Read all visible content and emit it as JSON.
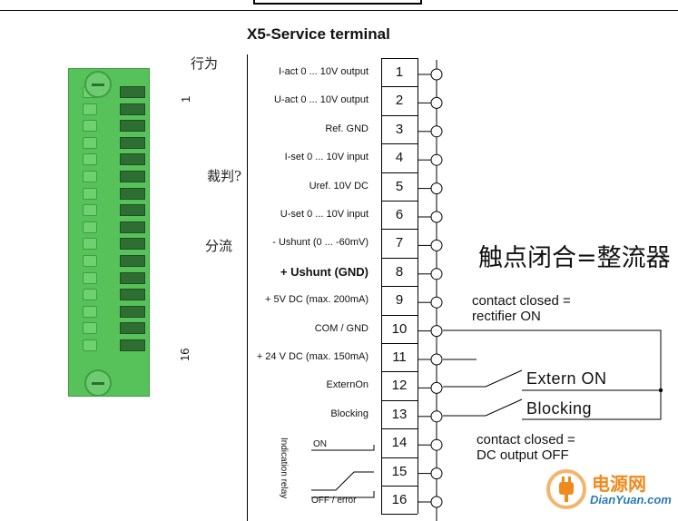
{
  "title": "X5-Service terminal",
  "connector_labels": {
    "first": "1",
    "last": "16"
  },
  "terminals": [
    {
      "num": "1",
      "label": "I-act 0 ... 10V output",
      "bold": false
    },
    {
      "num": "2",
      "label": "U-act 0 ... 10V output",
      "bold": false
    },
    {
      "num": "3",
      "label": "Ref. GND",
      "bold": false
    },
    {
      "num": "4",
      "label": "I-set 0 ... 10V input",
      "bold": false
    },
    {
      "num": "5",
      "label": "Uref. 10V DC",
      "bold": false
    },
    {
      "num": "6",
      "label": "U-set 0 ... 10V input",
      "bold": false
    },
    {
      "num": "7",
      "label": "- Ushunt (0 ... -60mV)",
      "bold": false
    },
    {
      "num": "8",
      "label": "+ Ushunt (GND)",
      "bold": true
    },
    {
      "num": "9",
      "label": "+ 5V DC (max. 200mA)",
      "bold": false
    },
    {
      "num": "10",
      "label": "COM / GND",
      "bold": false
    },
    {
      "num": "11",
      "label": "+ 24 V DC (max. 150mA)",
      "bold": false
    },
    {
      "num": "12",
      "label": "ExternOn",
      "bold": false
    },
    {
      "num": "13",
      "label": "Blocking",
      "bold": false
    },
    {
      "num": "14",
      "label": "",
      "bold": false
    },
    {
      "num": "15",
      "label": "",
      "bold": false
    },
    {
      "num": "16",
      "label": "",
      "bold": false
    }
  ],
  "relay": {
    "title": "Indication relay",
    "on": "ON",
    "off": "OFF / error"
  },
  "notes": {
    "cn_behavior": "行为",
    "cn_judge": "裁判?",
    "cn_shunt": "分流",
    "cn_big": "触点闭合=整流器",
    "contact_on": "contact closed =",
    "contact_on_2": "rectifier ON",
    "extern_on": "Extern ON",
    "blocking": "Blocking",
    "contact_off": "contact closed =",
    "contact_off_2": "DC output OFF"
  },
  "logo": {
    "text": "电源网",
    "url_text": "DianYuan.com",
    "brand_color": "#f08a1e"
  },
  "colors": {
    "connector": "#57c25a"
  }
}
